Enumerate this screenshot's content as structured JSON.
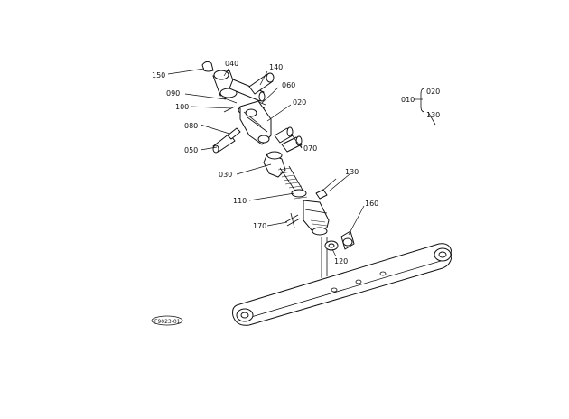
{
  "diagram": {
    "labels": {
      "p150": "150",
      "p040": "040",
      "p140": "140",
      "p090": "090",
      "p060": "060",
      "p100": "100",
      "p020": "020",
      "p080": "080",
      "p050": "050",
      "p070": "070",
      "p030": "030",
      "p130": "130",
      "p110": "110",
      "p160": "160",
      "p170": "170",
      "p120": "120"
    },
    "legend": {
      "parent": "010",
      "child_top": "020",
      "child_bottom": "130"
    },
    "code": "F9023-01"
  }
}
